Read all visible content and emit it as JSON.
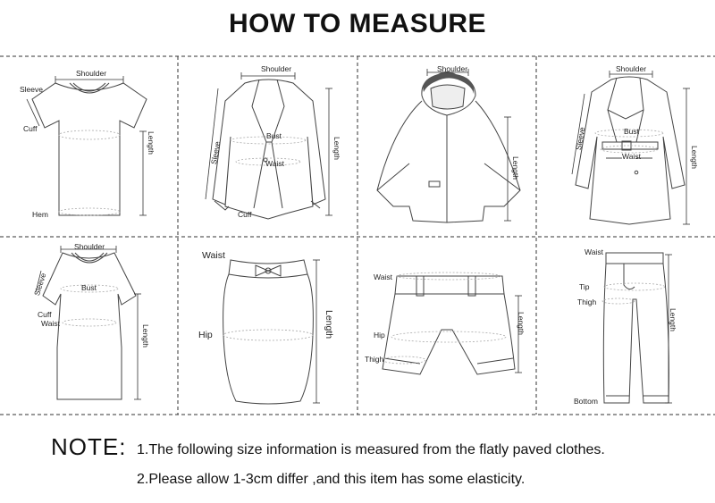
{
  "title": "HOW TO MEASURE",
  "note": {
    "label": "NOTE:",
    "lines": [
      "1.The following size information is measured from the flatly paved clothes.",
      "2.Please allow 1-3cm differ ,and this item has some elasticity."
    ]
  },
  "garments": [
    {
      "name": "t-shirt",
      "labels": {
        "shoulder": "Shoulder",
        "sleeve": "Sleeve",
        "cuff": "Cuff",
        "length": "Length",
        "hem": "Hem"
      }
    },
    {
      "name": "blazer",
      "labels": {
        "shoulder": "Shoulder",
        "bust": "Bust",
        "waist": "Waist",
        "sleeve": "Sleeve",
        "length": "Length",
        "cuff": "Cuff"
      }
    },
    {
      "name": "cape",
      "labels": {
        "shoulder": "Shoulder",
        "length": "Length"
      }
    },
    {
      "name": "coat",
      "labels": {
        "shoulder": "Shoulder",
        "sleeve": "Sleeve",
        "bust": "Bust",
        "waist": "Waist",
        "length": "Length"
      }
    },
    {
      "name": "dress",
      "labels": {
        "shoulder": "Shoulder",
        "sleeve": "Sleeve",
        "bust": "Bust",
        "cuff": "Cuff",
        "waist": "Waist",
        "length": "Length"
      }
    },
    {
      "name": "skirt",
      "labels": {
        "waist": "Waist",
        "hip": "Hip",
        "length": "Length"
      }
    },
    {
      "name": "shorts",
      "labels": {
        "waist": "Waist",
        "hip": "Hip",
        "thigh": "Thigh",
        "length": "Length"
      }
    },
    {
      "name": "pants",
      "labels": {
        "waist": "Waist",
        "tip": "Tip",
        "thigh": "Thigh",
        "length": "Length",
        "bottom": "Bottom"
      }
    }
  ]
}
